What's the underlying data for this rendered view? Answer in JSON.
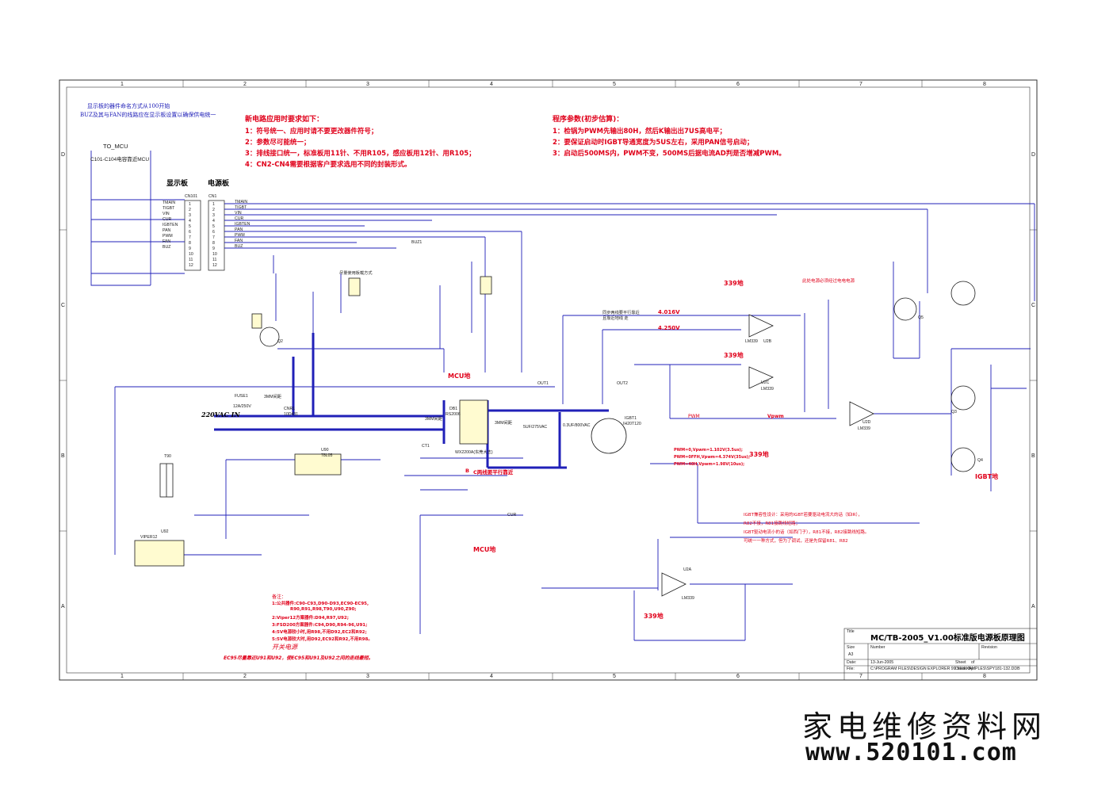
{
  "header_note": {
    "line1": "显示板的器件命名方式从100开始",
    "line2": "BUZ及其与FAN的线路应在显示板设置以确保供电统一"
  },
  "connector_labels": {
    "to_mcu": "TO_MCU",
    "mcu_note": "C101-C104电容靠近MCU",
    "display_board": "显示板",
    "power_board": "电源板",
    "cn101": "CN101",
    "cn1": "CN1",
    "signals": [
      "TMAIN",
      "TIGBT",
      "VIN",
      "CUR",
      "IGBTEN",
      "PAN",
      "PWM",
      "FAN",
      "BUZ"
    ],
    "pins": [
      "1",
      "2",
      "3",
      "4",
      "5",
      "6",
      "7",
      "8",
      "9",
      "10",
      "11",
      "12"
    ]
  },
  "notes_new_circuit": {
    "title": "新电路应用时要求如下：",
    "items": [
      "1：符号统一、应用时请不要更改器件符号；",
      "2：参数尽可能统一；",
      "3：排线接口统一，标准板用11针、不用R105，感应板用12针、用R105；",
      "4：CN2-CN4需要根据客户要求选用不同的封装形式。"
    ]
  },
  "notes_program": {
    "title": "程序参数(初步估算)：",
    "items": [
      "1：检锅为PWM先输出80H，然后K输出出7US高电平；",
      "2：要保证启动时IGBT导通宽度为5US左右，采用PAN信号启动；",
      "3：启动后500MS内，PWM不变，500MS后据电流AD判是否增减PWM。"
    ]
  },
  "circuit_labels": {
    "input": "220VAC IN",
    "fuse": "FUSE1",
    "fuse_val": "12A/250V",
    "spacing": "3MM间距",
    "cnr1": "CNR1",
    "cnr1_val": "10D431",
    "db1": "DB1",
    "db1_val": "RS2006",
    "ct1": "CT1",
    "ct1_val": "WX2200A(东莞大志)",
    "c4_val": "5UF/275VAC",
    "c5_val": "0.3UF/800VAC",
    "igbt1": "IGBT1",
    "igbt1_val": "IH20T120",
    "out1": "OUT1",
    "out2": "OUT2",
    "coil_note": "同步两线要平行靠近\n且靠近地线 走",
    "v_4016": "4.016V",
    "v_4250": "4.250V",
    "u2b": "U2B",
    "u2c": "U2C",
    "u2d": "U2D",
    "u2a": "U2A",
    "lm339": "LM339",
    "gnd_339": "339地",
    "gnd_mcu": "MCU地",
    "gnd_igbt": "IGBT地",
    "pwm": "PWM",
    "vpwm": "Vpwm",
    "igbt_note_1": "IGBT兼容性设计：采用的IGBT若要驱动电流大的话（如IR），",
    "igbt_note_2": "R82不接，R81接跳线短路；",
    "igbt_note_3": "IGBT驱动电流小的话（如西门子），R81不接，R82接跳线短路。",
    "igbt_note_4": "可统一一种方式，但为了调试，还是先保留R81、R82",
    "pwm_note_1": "PWM=0,Vpwm=1.102V(3.5us);",
    "pwm_note_2": "PWM=0FFH,Vpwm=4.374V(35us);",
    "pwm_note_3": "PWM=48H,Vpwm=1.98V(10us);",
    "c_note": "C两线要平行靠近",
    "b_label": "B",
    "cur_label": "CUR",
    "supply_note": "此处电源必须经过电电电源",
    "cn4_note": "尽量使用板载方式",
    "q5": "Q5",
    "q3": "Q3",
    "q4": "Q4",
    "q2": "Q2",
    "buz1": "BUZ1",
    "u90": "U90",
    "u90_val": "78L05",
    "t90": "T90",
    "u92": "U92",
    "u92_val": "VIPER12",
    "switching_title": "开关电源",
    "switching_note": "EC95尽量靠近U91和U92，使EC95和U91及U92之间的走线最短。",
    "bom_title": "备注：",
    "bom_items": [
      "1:公共器件:C90-C93,D90-D93,EC90-EC95,",
      "R90,R91,R98,T90,U90,Z90;",
      "2:Viper12方案器件:D94,R97,U92;",
      "3:FSD200方案器件:C94,D90,R94-96,U91;",
      "4:5V电源较小时,用R98,不用D92,EC2和R92;",
      "5:5V电源较大时,用D92,EC92和R92,不用R98。"
    ]
  },
  "title_block": {
    "title_label": "Title",
    "title": "MC/TB-2005_V1.00标准版电源板原理图",
    "size_label": "Size",
    "size": "A3",
    "number_label": "Number",
    "revision_label": "Revision",
    "date_label": "Date:",
    "date": "13-Jun-2005",
    "sheet_label": "Sheet",
    "sheet_of": "of",
    "file_label": "File:",
    "file": "C:\\PROGRAM FILES\\DESIGN EXPLORER 99 SE\\EXAMPLES\\SPY181-132.DDB",
    "drawn_label": "Drawn By:"
  },
  "grid": {
    "cols": [
      "1",
      "2",
      "3",
      "4",
      "5",
      "6",
      "7",
      "8"
    ],
    "rows": [
      "D",
      "C",
      "B",
      "A"
    ]
  },
  "watermark": {
    "chinese": "家电维修资料网",
    "url": "www.520101.com"
  },
  "colors": {
    "wire": "#2020b8",
    "border": "#333333",
    "note_red": "#e0001a",
    "component": "#1a1a1a",
    "label_red": "#e0001a"
  }
}
